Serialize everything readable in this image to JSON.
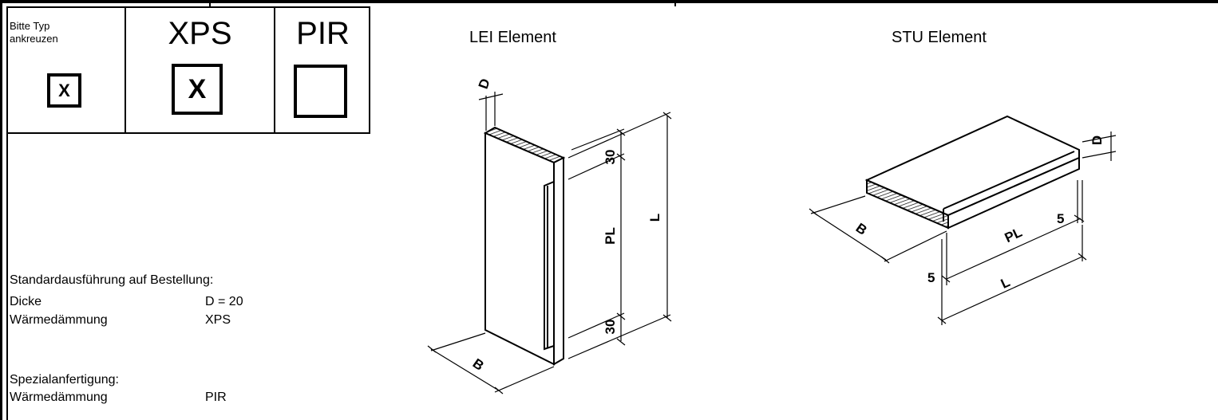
{
  "header": {
    "instruction_line1": "Bitte Typ",
    "instruction_line2": "ankreuzen",
    "example_mark": "X",
    "xps_label": "XPS",
    "xps_mark": "X",
    "pir_label": "PIR",
    "pir_mark": ""
  },
  "info": {
    "standard_title": "Standardausführung auf Bestellung:",
    "rows": [
      {
        "label": "Dicke",
        "value": "D = 20"
      },
      {
        "label": "Wärmedämmung",
        "value": "XPS"
      }
    ],
    "special_title": "Spezialanfertigung:",
    "special_rows": [
      {
        "label": "Wärmedämmung",
        "value": "PIR"
      }
    ]
  },
  "drawings": {
    "lei": {
      "title": "LEI Element",
      "dim_d": "D",
      "dim_30_top": "30",
      "dim_pl": "PL",
      "dim_l": "L",
      "dim_30_bottom": "30",
      "dim_b": "B"
    },
    "stu": {
      "title": "STU Element",
      "dim_d": "D",
      "dim_b": "B",
      "dim_pl": "PL",
      "dim_5_right": "5",
      "dim_5_left": "5",
      "dim_l": "L"
    }
  }
}
